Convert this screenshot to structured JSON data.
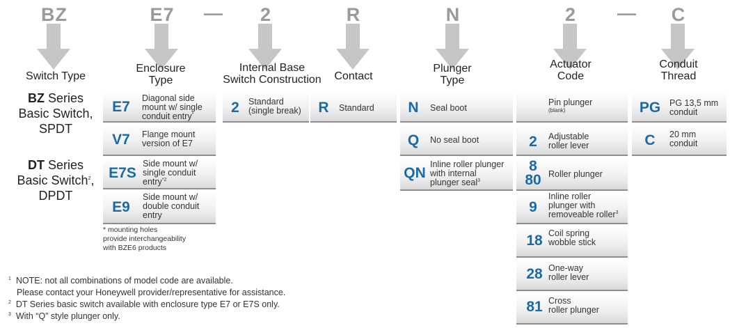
{
  "codes": {
    "c1": "BZ",
    "c2": "E7",
    "dash1": "—",
    "c3": "2",
    "c4": "R",
    "c5": "N",
    "c6": "2",
    "dash2": "—",
    "c7": "C"
  },
  "headers": {
    "switch_type": "Switch Type",
    "enclosure_1": "Enclosure",
    "enclosure_2": "Type",
    "base_1": "Internal Base",
    "base_2": "Switch Construction",
    "contact": "Contact",
    "plunger_1": "Plunger",
    "plunger_2": "Type",
    "actuator_1": "Actuator",
    "actuator_2": "Code",
    "conduit_1": "Conduit",
    "conduit_2": "Thread"
  },
  "switch_types": [
    {
      "series": "BZ",
      "line1": " Series",
      "line2": "Basic Switch,",
      "line3": "SPDT"
    },
    {
      "series": "DT",
      "line1": " Series",
      "line2": "Basic Switch",
      "sup": "2",
      "line2b": ",",
      "line3": "DPDT"
    }
  ],
  "enclosure": [
    {
      "code": "E7",
      "d1": "Diagonal side",
      "d2": "mount w/ single",
      "d3": "conduit entry",
      "sup": "*"
    },
    {
      "code": "V7",
      "d1": "Flange mount",
      "d2": "version of E7"
    },
    {
      "code": "E7S",
      "d1": "Side mount w/",
      "d2": "single conduit",
      "d3": "entry",
      "sup": "*2"
    },
    {
      "code": "E9",
      "d1": "Side mount w/",
      "d2": "double conduit",
      "d3": "entry"
    }
  ],
  "enclosure_note": {
    "l1": "* mounting holes",
    "l2": "provide interchangeability",
    "l3": "with BZE6 products"
  },
  "base": [
    {
      "code": "2",
      "d1": "Standard",
      "d2": "(single break)"
    }
  ],
  "contact": [
    {
      "code": "R",
      "d1": "Standard"
    }
  ],
  "plunger": [
    {
      "code": "N",
      "d1": "Seal boot"
    },
    {
      "code": "Q",
      "d1": "No seal boot"
    },
    {
      "code": "QN",
      "d1": "Inline roller plunger",
      "d2": "with internal",
      "d3": "plunger seal",
      "sup": "3"
    }
  ],
  "actuator": [
    {
      "code": "",
      "d1": "Pin plunger",
      "d2": "(blank)"
    },
    {
      "code": "2",
      "d1": "Adjustable",
      "d2": "roller lever"
    },
    {
      "code": "8",
      "code2": "80",
      "d1": "Roller plunger"
    },
    {
      "code": "9",
      "d1": "Inline roller",
      "d2": "plunger with",
      "d3": "removeable roller",
      "sup": "3"
    },
    {
      "code": "18",
      "d1": "Coil spring",
      "d2": "wobble stick"
    },
    {
      "code": "28",
      "d1": "One-way",
      "d2": "roller lever"
    },
    {
      "code": "81",
      "d1": "Cross",
      "d2": "roller plunger"
    }
  ],
  "conduit": [
    {
      "code": "PG",
      "d1": "PG 13,5 mm",
      "d2": "conduit"
    },
    {
      "code": "C",
      "d1": "20 mm",
      "d2": "conduit"
    }
  ],
  "notes": {
    "n1_num": "1",
    "n1a": "NOTE: not all combinations of model code are available.",
    "n1b": "Please contact your Honeywell provider/representative for assistance.",
    "n2_num": "2",
    "n2": "DT Series basic switch available with enclosure type E7 or E7S only.",
    "n3_num": "3",
    "n3": "With “Q” style plunger only."
  },
  "colors": {
    "code_blue": "#1b6aa5",
    "arrow_gray": "#c4c4c4",
    "code_gray": "#9a9a9a"
  }
}
